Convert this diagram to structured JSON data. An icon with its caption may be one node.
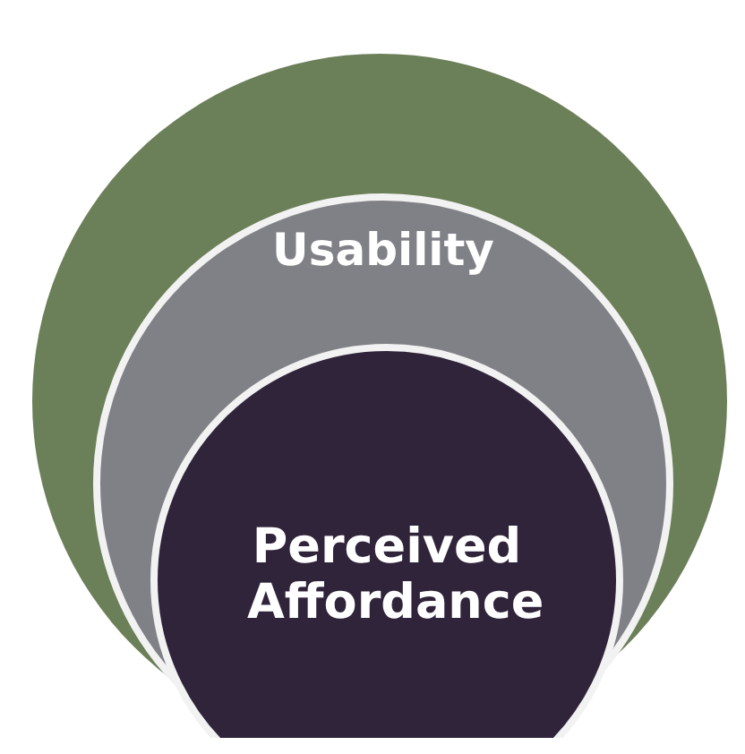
{
  "diagram": {
    "nodes": [
      {
        "text": [],
        "shape": "circle"
      },
      {
        "text": [
          "Usability"
        ],
        "in": 0
      },
      {
        "text": [
          "Perceived Affordance"
        ],
        "in": 1
      }
    ]
  }
}
